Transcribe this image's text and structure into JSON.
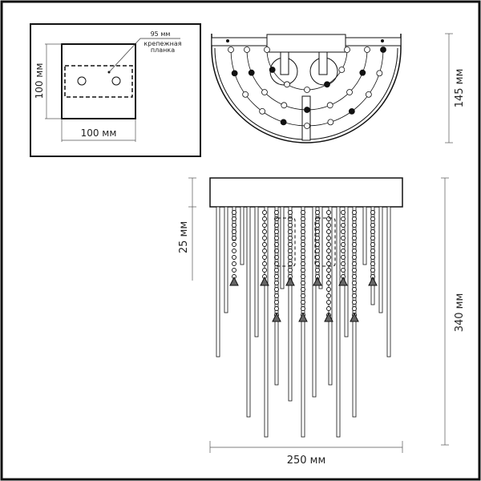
{
  "mount_plate_view": {
    "width_label": "100 мм",
    "height_label": "100 мм",
    "bracket_size_label": "95 мм",
    "bracket_name_line1": "крепежная",
    "bracket_name_line2": "планка"
  },
  "top_view": {
    "depth_label": "145 мм"
  },
  "front_view": {
    "width_label": "250 мм",
    "height_label": "340 мм",
    "offset_label": "25 мм"
  }
}
